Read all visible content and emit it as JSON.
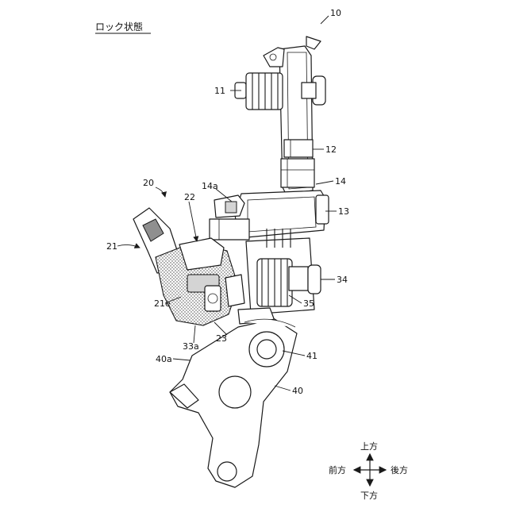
{
  "state_label": "ロック状態",
  "parts": {
    "p10": "10",
    "p11": "11",
    "p12": "12",
    "p13": "13",
    "p14": "14",
    "p14a": "14a",
    "p20": "20",
    "p21": "21",
    "p21e": "21e",
    "p22": "22",
    "p23": "23",
    "p33a": "33a",
    "p34": "34",
    "p35": "35",
    "p40": "40",
    "p40a": "40a",
    "p41": "41"
  },
  "directions": {
    "up": "上方",
    "down": "下方",
    "front": "前方",
    "rear": "後方"
  }
}
